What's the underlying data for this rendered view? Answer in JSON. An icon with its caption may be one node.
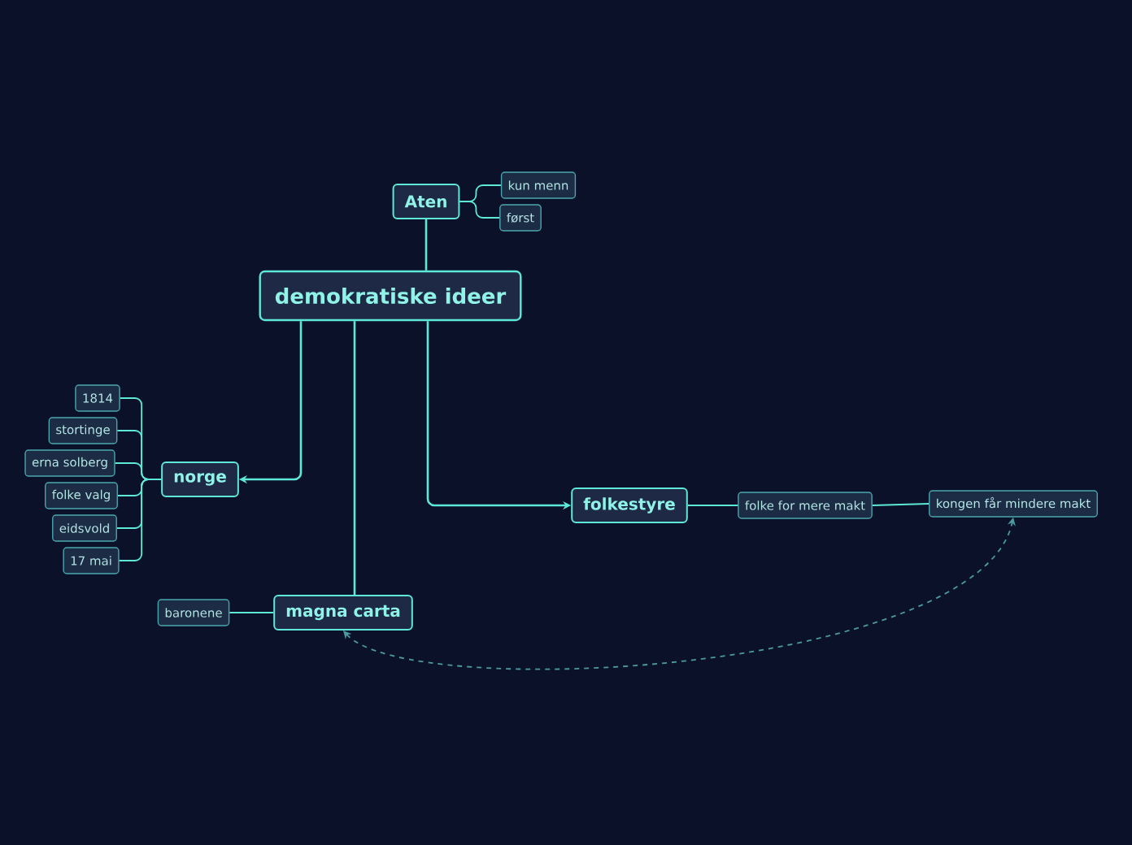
{
  "diagram": {
    "nodes": [
      {
        "text": [
          "demokratiske ideer"
        ]
      },
      {
        "text": [
          "Aten"
        ]
      },
      {
        "text": [
          "kun menn"
        ]
      },
      {
        "text": [
          "først"
        ]
      },
      {
        "text": [
          "norge"
        ]
      },
      {
        "text": [
          "1814"
        ]
      },
      {
        "text": [
          "stortinge"
        ]
      },
      {
        "text": [
          "erna solberg"
        ]
      },
      {
        "text": [
          "folke valg"
        ]
      },
      {
        "text": [
          "eidsvold"
        ]
      },
      {
        "text": [
          "17 mai"
        ]
      },
      {
        "text": [
          "folkestyre"
        ]
      },
      {
        "text": [
          "folke for mere makt"
        ]
      },
      {
        "text": [
          "kongen får mindere makt"
        ]
      },
      {
        "text": [
          "magna carta"
        ]
      },
      {
        "text": [
          "baronene"
        ]
      }
    ],
    "edges": [
      {
        "from": 0,
        "to": 1,
        "arrow": "none"
      },
      {
        "from": 1,
        "to": 2,
        "arrow": "none"
      },
      {
        "from": 1,
        "to": 3,
        "arrow": "none"
      },
      {
        "from": 0,
        "to": 4,
        "arrow": "to"
      },
      {
        "from": 4,
        "to": 5,
        "arrow": "none"
      },
      {
        "from": 4,
        "to": 6,
        "arrow": "none"
      },
      {
        "from": 4,
        "to": 7,
        "arrow": "none"
      },
      {
        "from": 4,
        "to": 8,
        "arrow": "none"
      },
      {
        "from": 4,
        "to": 9,
        "arrow": "none"
      },
      {
        "from": 4,
        "to": 10,
        "arrow": "none"
      },
      {
        "from": 0,
        "to": 11,
        "arrow": "to"
      },
      {
        "from": 11,
        "to": 12,
        "arrow": "none"
      },
      {
        "from": 12,
        "to": 13,
        "arrow": "none"
      },
      {
        "from": 0,
        "to": 14,
        "arrow": "none"
      },
      {
        "from": 14,
        "to": 15,
        "arrow": "none"
      },
      {
        "from": 14,
        "to": 13,
        "arrow": "both",
        "style": "dashed",
        "color": "#4a9aa0"
      }
    ]
  }
}
